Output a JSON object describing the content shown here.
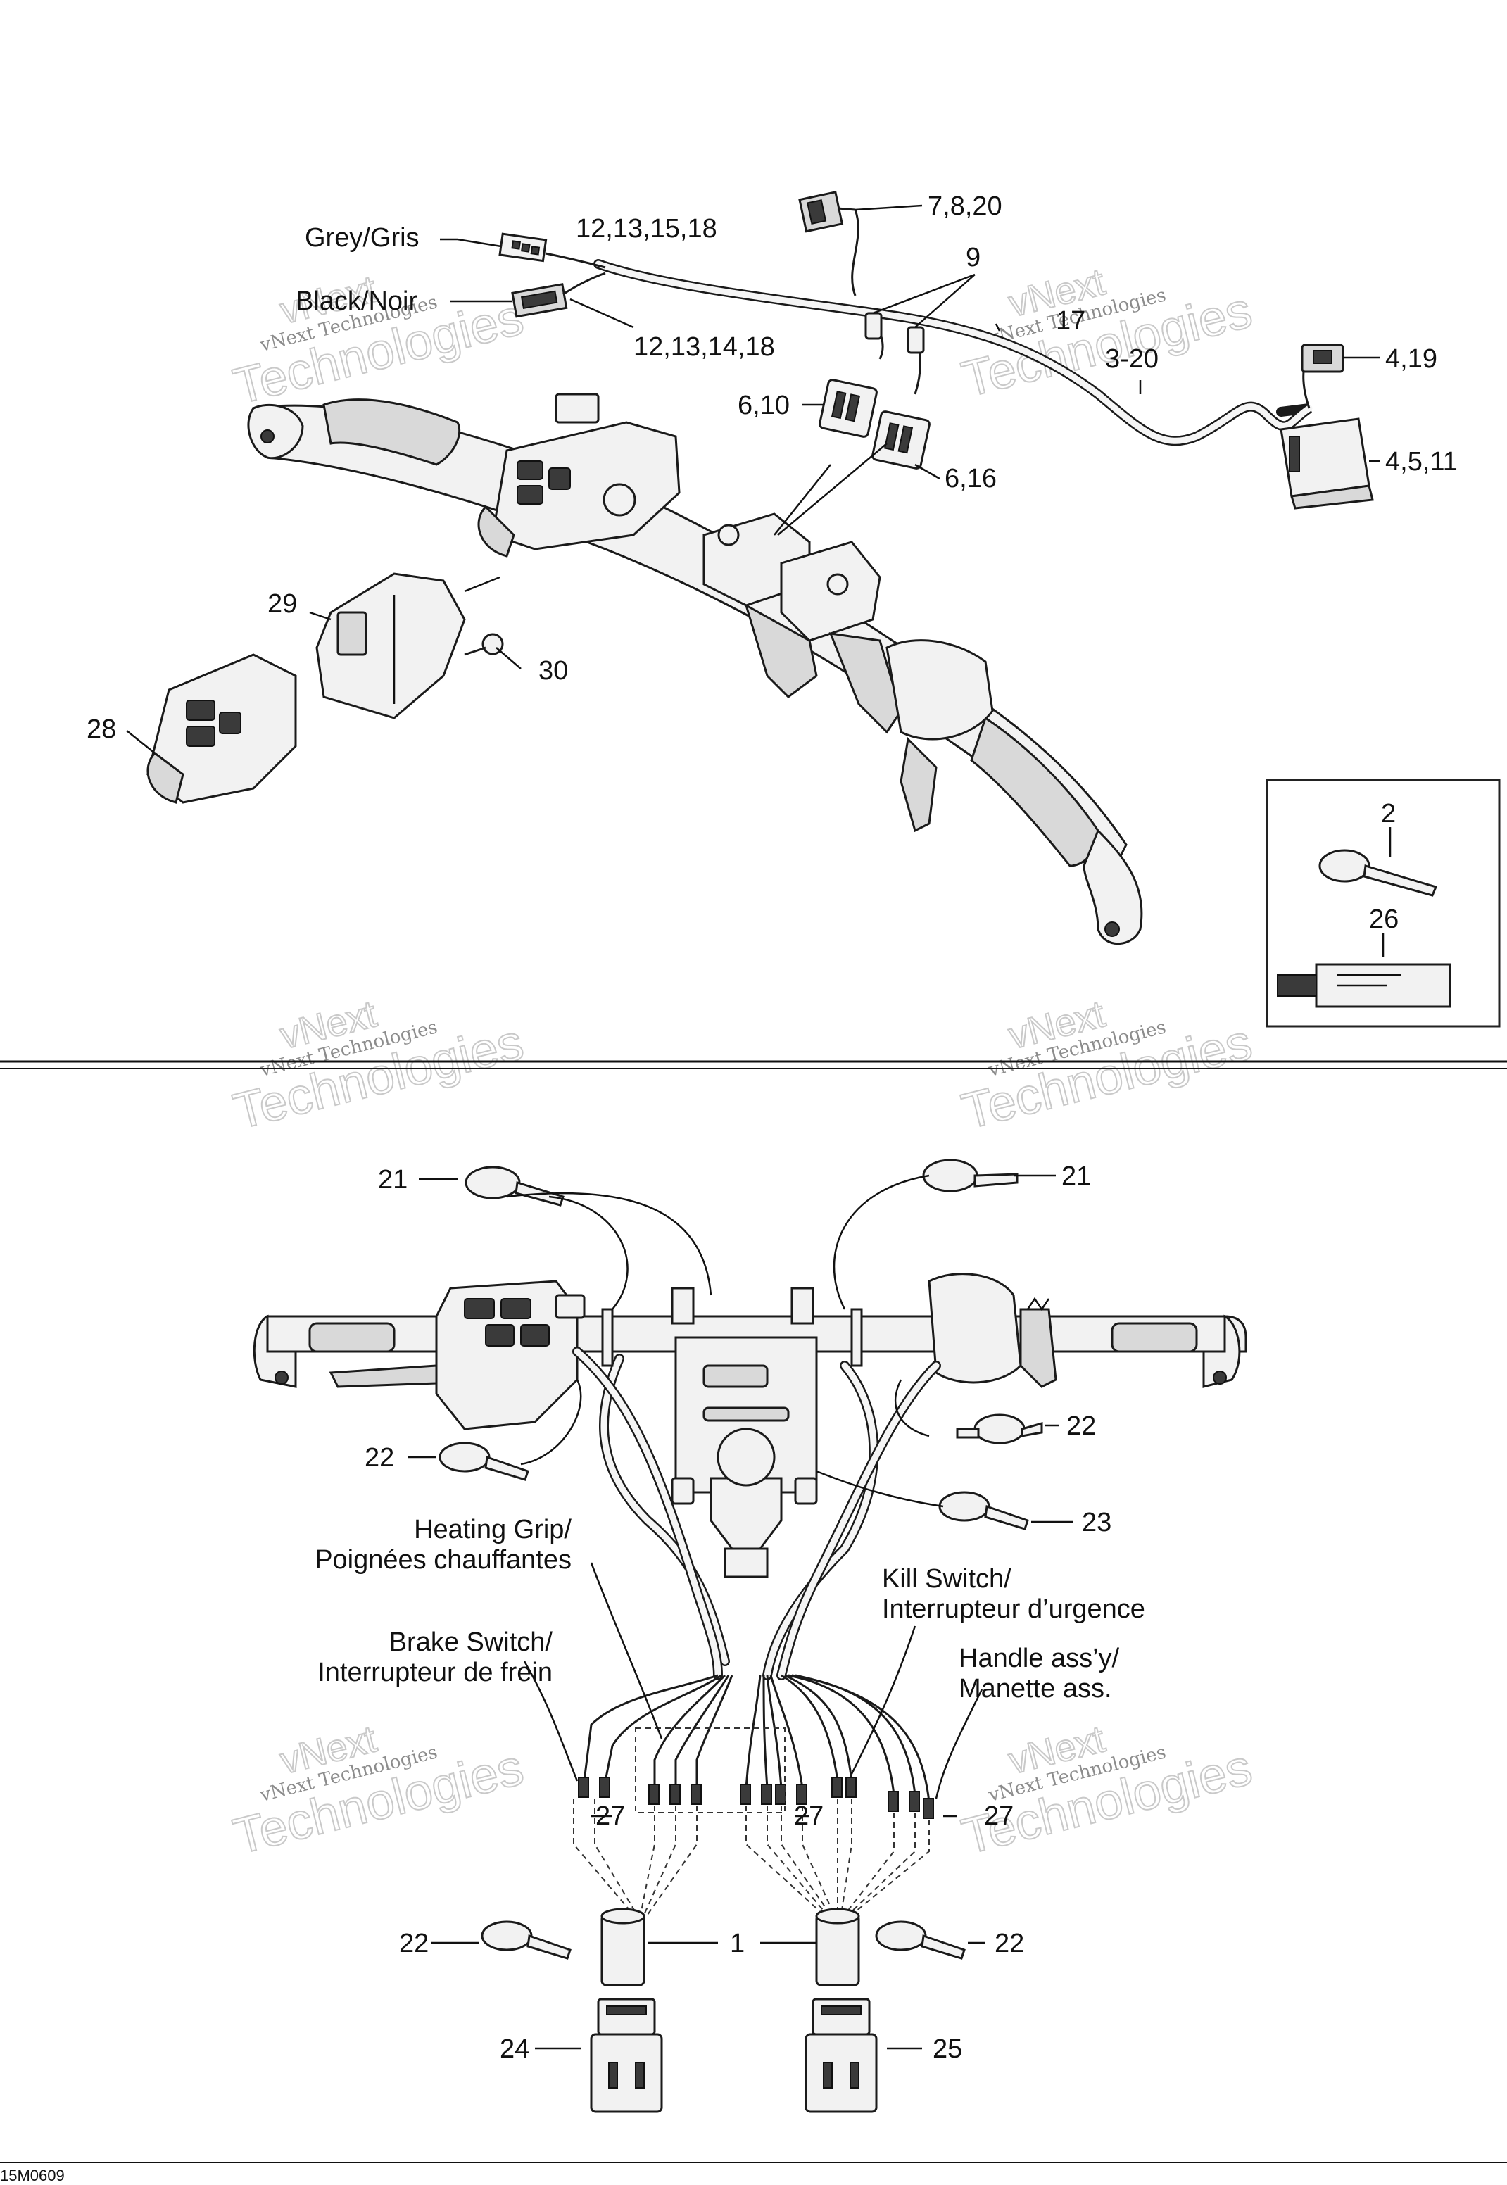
{
  "diagram_code": "15M0609",
  "watermark": {
    "line1": "vNext Technologies",
    "line2": "Technologies",
    "line3": "vNext"
  },
  "labels": {
    "c_7_8_20": "7,8,20",
    "c_9": "9",
    "grey": "Grey/Gris",
    "c_12_13_15_18": "12,13,15,18",
    "black": "Black/Noir",
    "c_12_13_14_18": "12,13,14,18",
    "c_17": "17",
    "c_3_20": "3-20",
    "c_4_19": "4,19",
    "c_4_5_11": "4,5,11",
    "c_6_10": "6,10",
    "c_6_16": "6,16",
    "c_29": "29",
    "c_30": "30",
    "c_28": "28",
    "c_2": "2",
    "c_26": "26",
    "c_21_left": "21",
    "c_21_right": "21",
    "c_22_right_top": "22",
    "c_22_left_mid": "22",
    "c_23": "23",
    "heating_1": "Heating Grip/",
    "heating_2": "Poignées chauffantes",
    "kill_1": "Kill Switch/",
    "kill_2": "Interrupteur d’urgence",
    "brake_1": "Brake Switch/",
    "brake_2": "Interrupteur de frein",
    "handle_1": "Handle ass’y/",
    "handle_2": "Manette ass.",
    "c_27_a": "27",
    "c_27_b": "27",
    "c_27_c": "27",
    "c_22_bottom_left": "22",
    "c_1": "1",
    "c_22_bottom_right": "22",
    "c_24": "24",
    "c_25": "25"
  }
}
